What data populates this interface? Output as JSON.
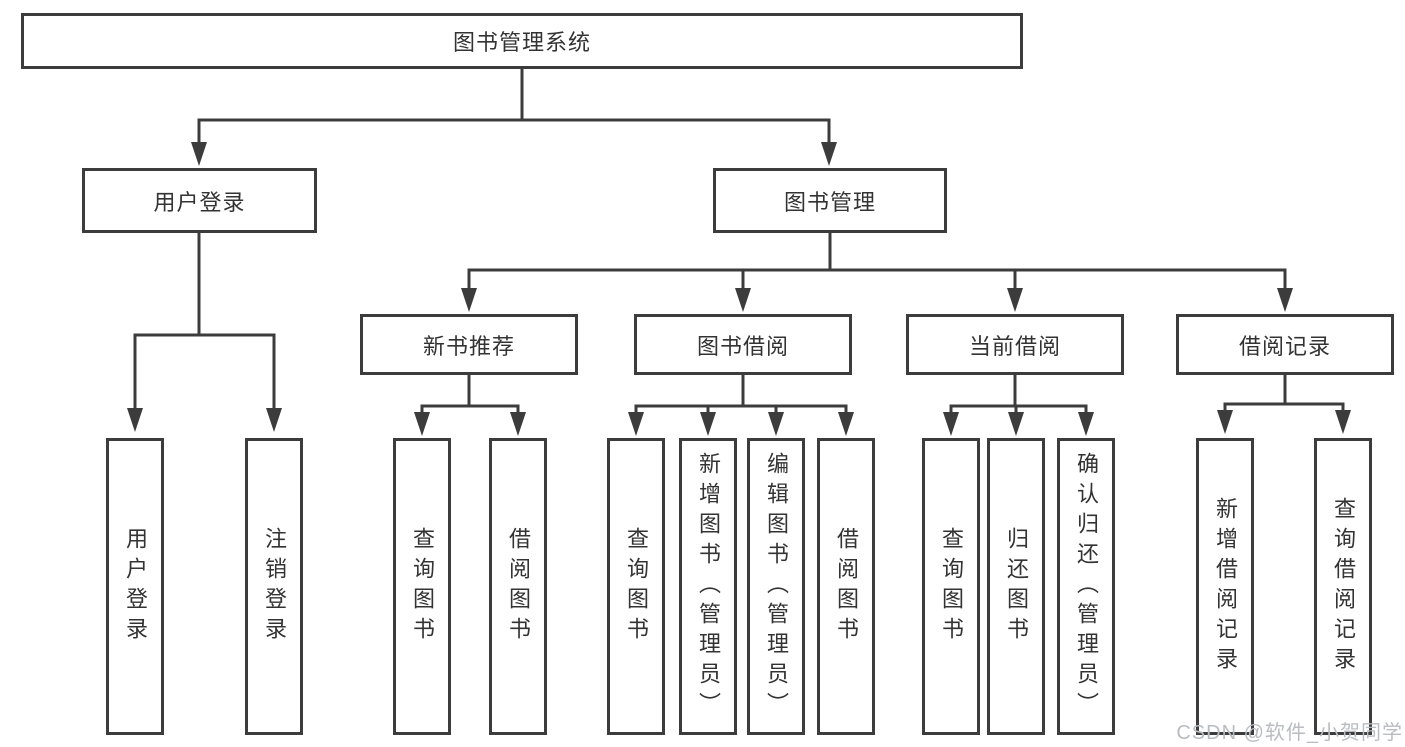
{
  "colors": {
    "line": "#3c3c3c",
    "box_border": "#3c3c3c",
    "box_fill": "#ffffff",
    "text": "#333333",
    "watermark": "#b9bcc1",
    "background": "#ffffff"
  },
  "watermark": {
    "text": "CSDN @软件_小贺同学"
  },
  "tree": {
    "label": "图书管理系统",
    "children": [
      {
        "label": "用户登录",
        "children": [
          {
            "label": "用户登录"
          },
          {
            "label": "注销登录"
          }
        ]
      },
      {
        "label": "图书管理",
        "children": [
          {
            "label": "新书推荐",
            "children": [
              {
                "label": "查询图书"
              },
              {
                "label": "借阅图书"
              }
            ]
          },
          {
            "label": "图书借阅",
            "children": [
              {
                "label": "查询图书"
              },
              {
                "label": "新增图书（管理员）"
              },
              {
                "label": "编辑图书（管理员）"
              },
              {
                "label": "借阅图书"
              }
            ]
          },
          {
            "label": "当前借阅",
            "children": [
              {
                "label": "查询图书"
              },
              {
                "label": "归还图书"
              },
              {
                "label": "确认归还（管理员）"
              }
            ]
          },
          {
            "label": "借阅记录",
            "children": [
              {
                "label": "新增借阅记录"
              },
              {
                "label": "查询借阅记录"
              }
            ]
          }
        ]
      }
    ]
  }
}
